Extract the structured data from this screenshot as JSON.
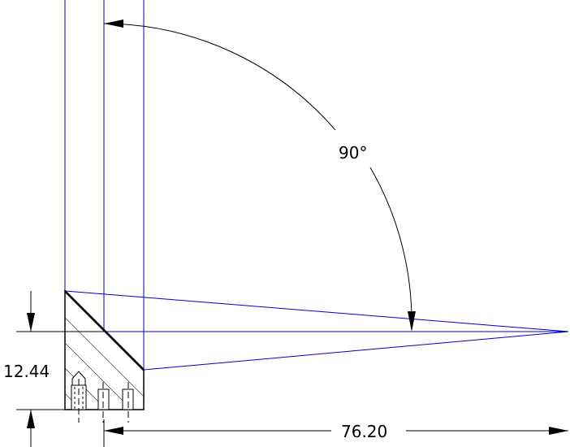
{
  "dimensions": {
    "angle": "90°",
    "height": "12.44",
    "length": "76.20"
  },
  "colors": {
    "construction_line": "#0000cc",
    "outline": "#000000",
    "background": "#ffffff"
  }
}
